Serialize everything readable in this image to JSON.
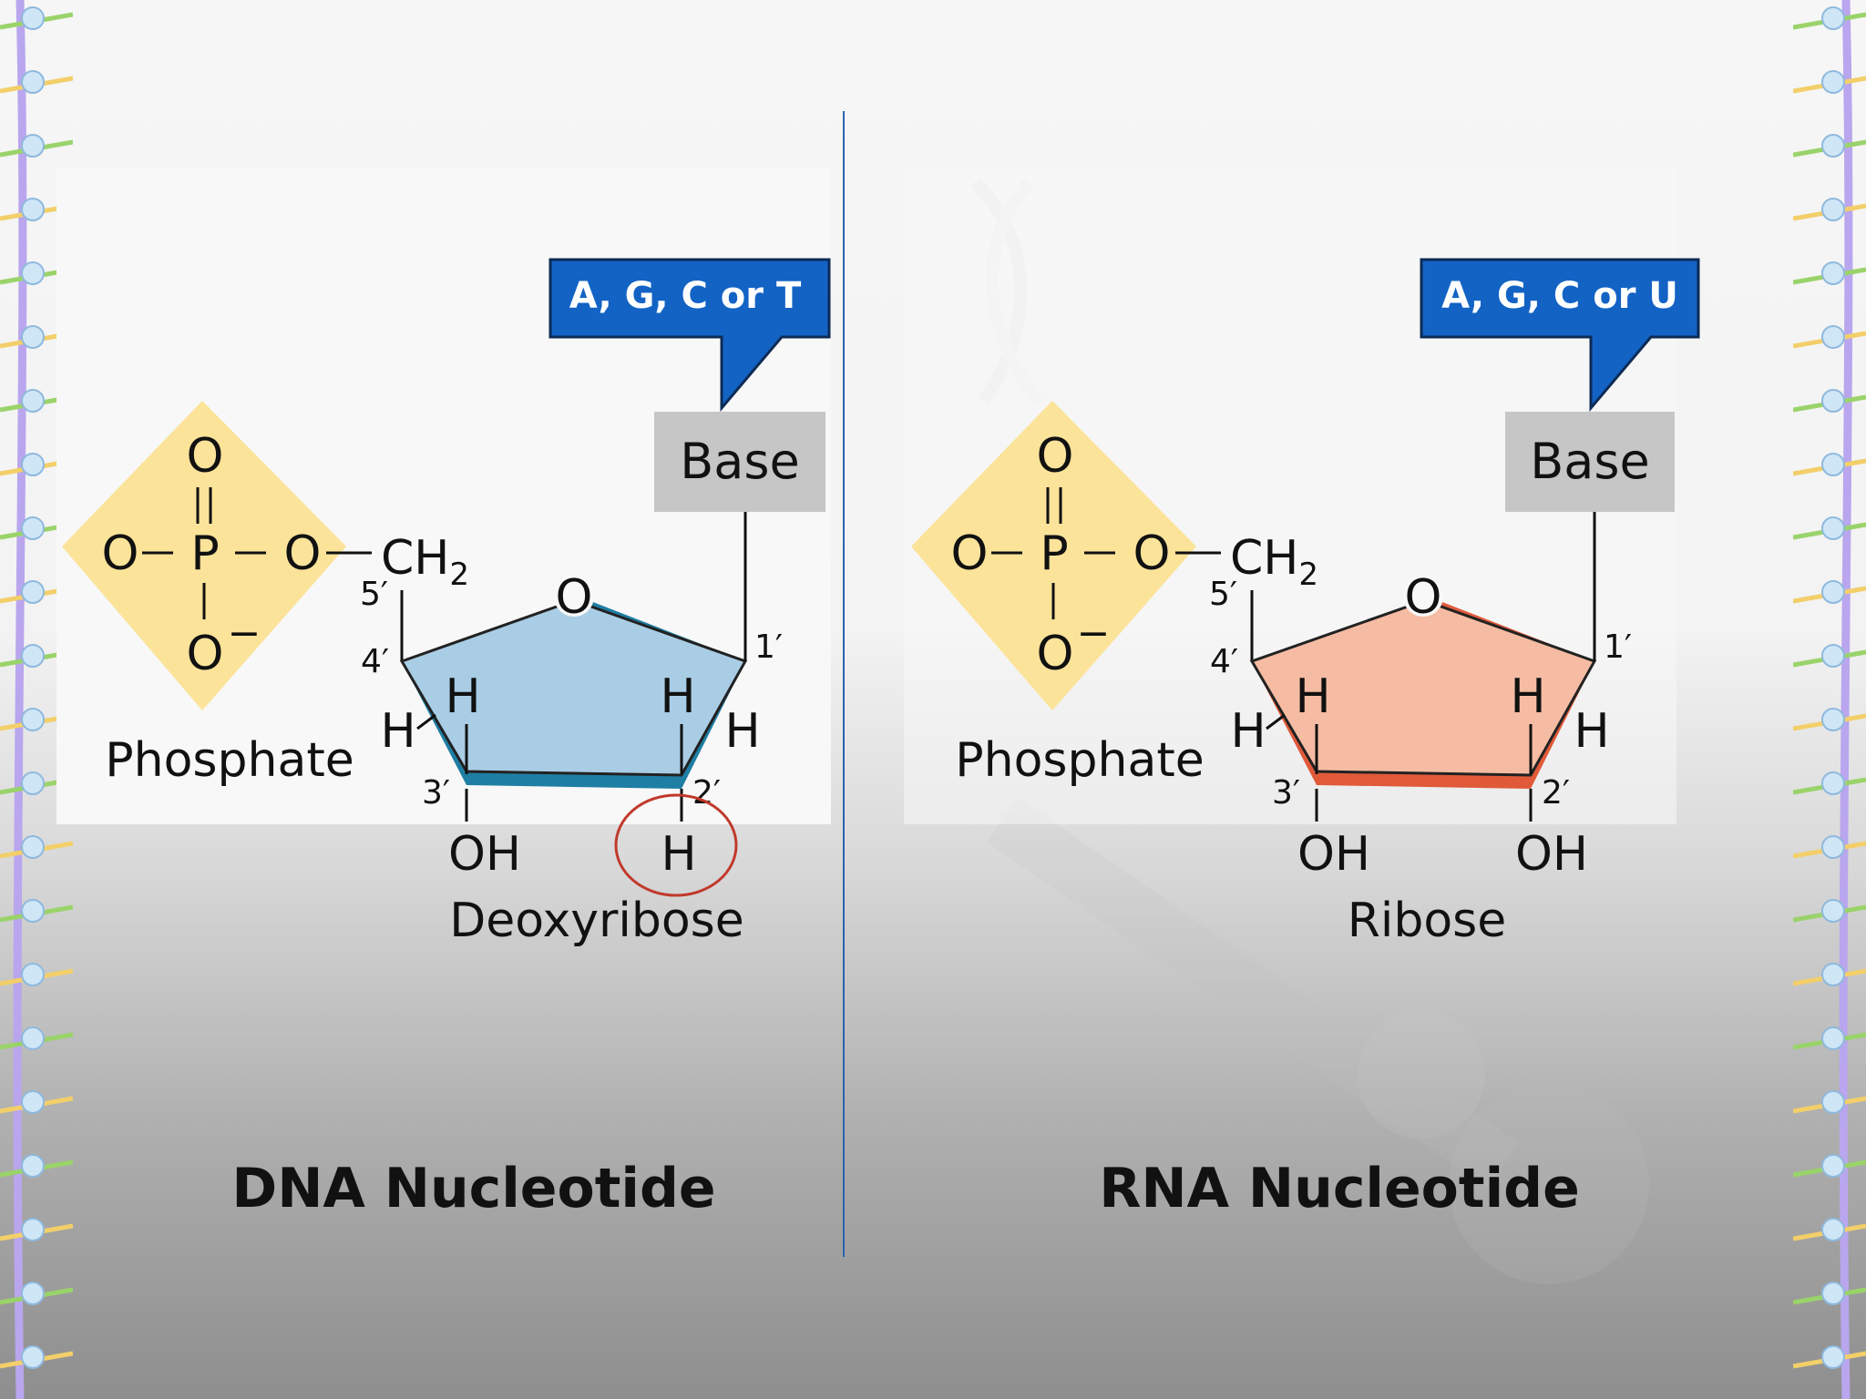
{
  "dna": {
    "callout": "A, G, C or T",
    "base": "Base",
    "phosphate": {
      "o_top": "O",
      "o_left": "O",
      "p": "P",
      "o_right": "O",
      "o_bottom": "O",
      "charge": "−",
      "label": "Phosphate"
    },
    "ch2": "CH",
    "ch2_sub": "2",
    "ring_o": "O",
    "pos_1": "1′",
    "pos_2": "2′",
    "pos_3": "3′",
    "pos_4": "4′",
    "pos_5": "5′",
    "h_c4_out": "H",
    "h_c4_in": "H",
    "h_c1_in": "H",
    "h_c1_out": "H",
    "c3_group": "OH",
    "c2_group": "H",
    "sugar": "Deoxyribose",
    "title": "DNA Nucleotide"
  },
  "rna": {
    "callout": "A, G, C or U",
    "base": "Base",
    "phosphate": {
      "o_top": "O",
      "o_left": "O",
      "p": "P",
      "o_right": "O",
      "o_bottom": "O",
      "charge": "−",
      "label": "Phosphate"
    },
    "ch2": "CH",
    "ch2_sub": "2",
    "ring_o": "O",
    "pos_1": "1′",
    "pos_2": "2′",
    "pos_3": "3′",
    "pos_4": "4′",
    "pos_5": "5′",
    "h_c4_out": "H",
    "h_c4_in": "H",
    "h_c1_in": "H",
    "h_c1_out": "H",
    "c3_group": "OH",
    "c2_group": "OH",
    "sugar": "Ribose",
    "title": "RNA Nucleotide"
  },
  "colors": {
    "callout_bg": "#1363c5",
    "base_box": "#c6c6c6",
    "phosphate_diamond": "#fbe39a",
    "deoxyribose_fill": "#a9cde5",
    "deoxyribose_edge": "#1f7ea3",
    "ribose_fill": "#f5bca3",
    "ribose_edge": "#e05a3a",
    "highlight_circle": "#c0392b",
    "divider": "#2a62b0"
  }
}
